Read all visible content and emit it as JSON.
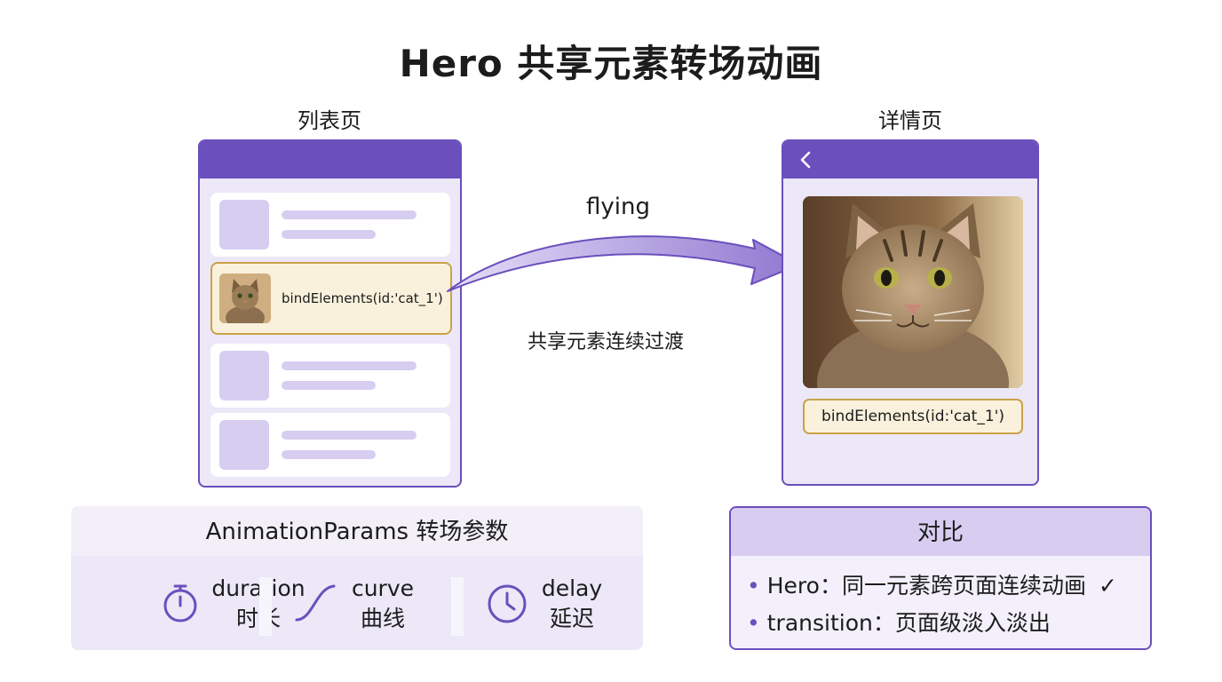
{
  "title": "Hero 共享元素转场动画",
  "list_page": {
    "caption": "列表页",
    "active_item_label": "bindElements(id:'cat_1')"
  },
  "detail_page": {
    "caption": "详情页",
    "tag_label": "bindElements(id:'cat_1')"
  },
  "transition": {
    "flying_label": "flying",
    "description": "共享元素连续过渡"
  },
  "params": {
    "title": "AnimationParams 转场参数",
    "items": [
      {
        "icon": "stopwatch-icon",
        "name": "duration",
        "label": "时长"
      },
      {
        "icon": "curve-icon",
        "name": "curve",
        "label": "曲线"
      },
      {
        "icon": "clock-icon",
        "name": "delay",
        "label": "延迟"
      }
    ]
  },
  "compare": {
    "title": "对比",
    "rows": [
      {
        "term": "Hero",
        "desc": "同一元素跨页面连续动画",
        "mark": "✓"
      },
      {
        "term": "transition",
        "desc": "页面级淡入淡出",
        "mark": ""
      }
    ]
  },
  "colors": {
    "primary": "#6a4fbd",
    "panel": "#ece8f8",
    "highlight_bg": "#f9f1dc",
    "highlight_border": "#c9a24a"
  }
}
